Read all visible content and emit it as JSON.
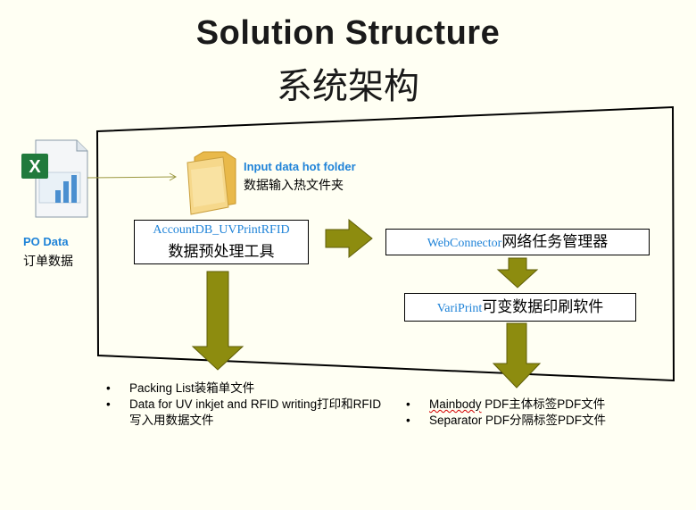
{
  "title": {
    "en": "Solution Structure",
    "zh": "系统架构"
  },
  "po": {
    "label_en": "PO Data",
    "label_zh": "订单数据"
  },
  "folder": {
    "label_en": "Input data hot folder",
    "label_zh": "数据输入热文件夹"
  },
  "nodes": {
    "account": {
      "en": "AccountDB_UVPrintRFID",
      "zh": "数据预处理工具"
    },
    "web": {
      "en": "WebConnector",
      "zh": "网络任务管理器"
    },
    "vari": {
      "en": "VariPrint",
      "zh": "可变数据印刷软件"
    }
  },
  "outputs_left": [
    {
      "text": "Packing List装箱单文件"
    },
    {
      "text": "Data for UV inkjet and RFID writing打印和RFID写入用数据文件"
    }
  ],
  "outputs_right": [
    {
      "prefix": "Mainbody",
      "text": " PDF主体标签PDF文件"
    },
    {
      "text": "Separator PDF分隔标签PDF文件"
    }
  ],
  "colors": {
    "arrow_fill": "#8d8c0f",
    "label_blue": "#1f83d8",
    "background": "#fffff3"
  }
}
